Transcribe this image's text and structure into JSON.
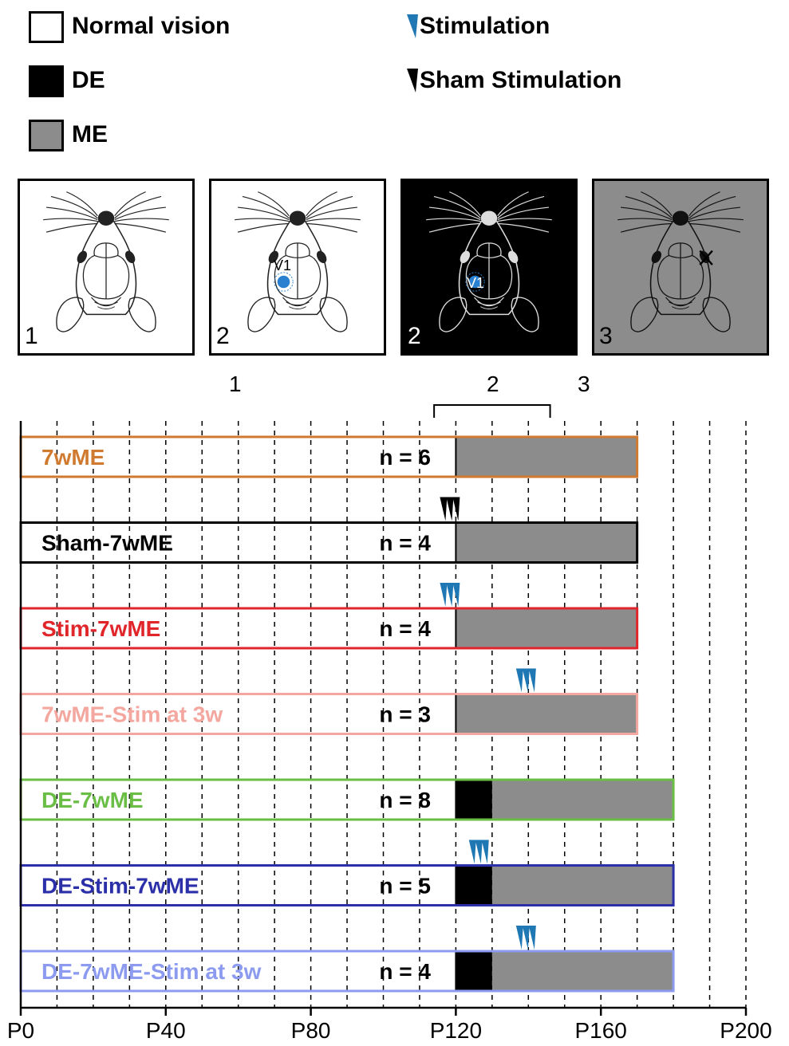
{
  "legend": {
    "normal_vision": "Normal vision",
    "de": "DE",
    "me": "ME",
    "stimulation": "Stimulation",
    "sham_stimulation": "Sham Stimulation"
  },
  "panels": [
    {
      "number": "1",
      "bg": "#ffffff",
      "label": ""
    },
    {
      "number": "2",
      "bg": "#ffffff",
      "label": "V1"
    },
    {
      "number": "2",
      "bg": "#000000",
      "label": "V1"
    },
    {
      "number": "3",
      "bg": "#808080",
      "label": ""
    }
  ],
  "phase_labels": [
    "1",
    "2",
    "3"
  ],
  "colors": {
    "normal": "#ffffff",
    "de": "#000000",
    "me": "#8c8c8c",
    "stim_marker": "#1f77b4",
    "sham_marker": "#000000"
  },
  "chart_data": {
    "type": "timeline",
    "x_ticks": [
      "P0",
      "P40",
      "P80",
      "P120",
      "P160",
      "P200"
    ],
    "x_range": [
      0,
      200
    ],
    "grid_step": 10,
    "groups": [
      {
        "label": "7wME",
        "n": "n = 6",
        "color": "#d07a30",
        "normal": [
          0,
          120
        ],
        "de": null,
        "me": [
          120,
          170
        ],
        "markers": []
      },
      {
        "label": "Sham-7wME",
        "n": "n = 4",
        "color": "#000000",
        "normal": [
          0,
          120
        ],
        "de": null,
        "me": [
          120,
          170
        ],
        "markers": [
          {
            "type": "sham",
            "at": 120
          }
        ]
      },
      {
        "label": "Stim-7wME",
        "n": "n = 4",
        "color": "#e0252b",
        "normal": [
          0,
          120
        ],
        "de": null,
        "me": [
          120,
          170
        ],
        "markers": [
          {
            "type": "stim",
            "at": 120
          }
        ]
      },
      {
        "label": "7wME-Stim at 3w",
        "n": "n = 3",
        "color": "#f4a79f",
        "normal": [
          0,
          120
        ],
        "de": null,
        "me": [
          120,
          170
        ],
        "markers": [
          {
            "type": "stim",
            "at": 141
          }
        ]
      },
      {
        "label": "DE-7wME",
        "n": "n = 8",
        "color": "#6abd45",
        "normal": [
          0,
          120
        ],
        "de": [
          120,
          130
        ],
        "me": [
          130,
          180
        ],
        "markers": []
      },
      {
        "label": "DE-Stim-7wME",
        "n": "n = 5",
        "color": "#2b2fa8",
        "normal": [
          0,
          120
        ],
        "de": [
          120,
          130
        ],
        "me": [
          130,
          180
        ],
        "markers": [
          {
            "type": "stim",
            "at": 128
          }
        ]
      },
      {
        "label": "DE-7wME-Stim at 3w",
        "n": "n = 4",
        "color": "#8c9bf0",
        "normal": [
          0,
          120
        ],
        "de": [
          120,
          130
        ],
        "me": [
          130,
          180
        ],
        "markers": [
          {
            "type": "stim",
            "at": 141
          }
        ]
      }
    ],
    "phase_bracket": [
      114,
      146
    ]
  }
}
